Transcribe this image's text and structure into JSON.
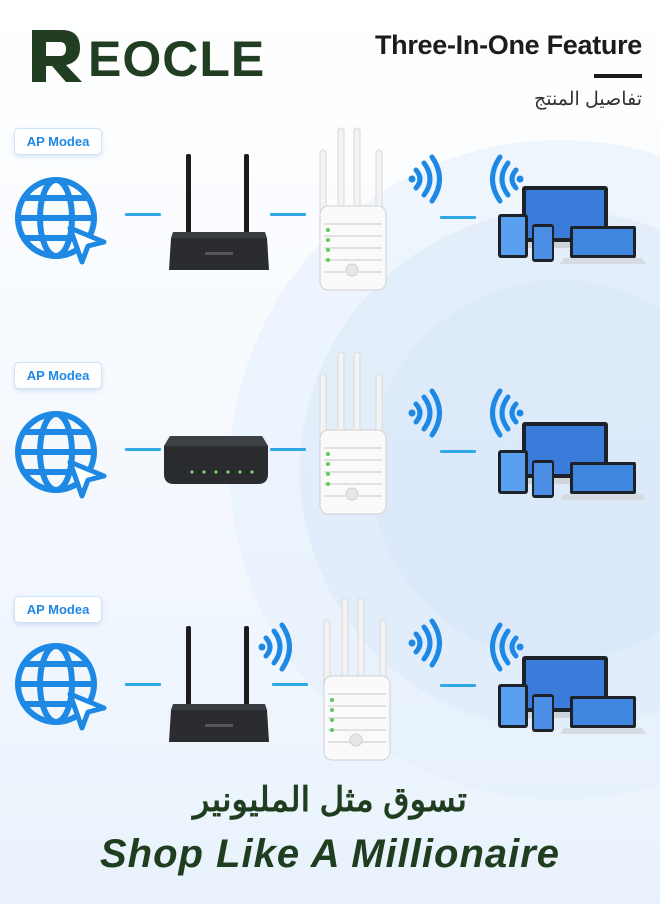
{
  "brand": {
    "logo_text": "REOCLE",
    "logo_color": "#213d22"
  },
  "header": {
    "title": "Three-In-One Feature",
    "subtitle_ar": "تفاصيل المنتج"
  },
  "rows": [
    {
      "badge": "AP Modea",
      "device": "router"
    },
    {
      "badge": "AP Modea",
      "device": "switch"
    },
    {
      "badge": "AP Modea",
      "device": "router-wireless"
    }
  ],
  "footer": {
    "slogan_ar": "تسوق مثل المليونير",
    "slogan_en": "Shop Like A Millionaire"
  },
  "colors": {
    "accent": "#1e88e5",
    "connector": "#2ea9e6",
    "slogan": "#1f3d1f"
  }
}
